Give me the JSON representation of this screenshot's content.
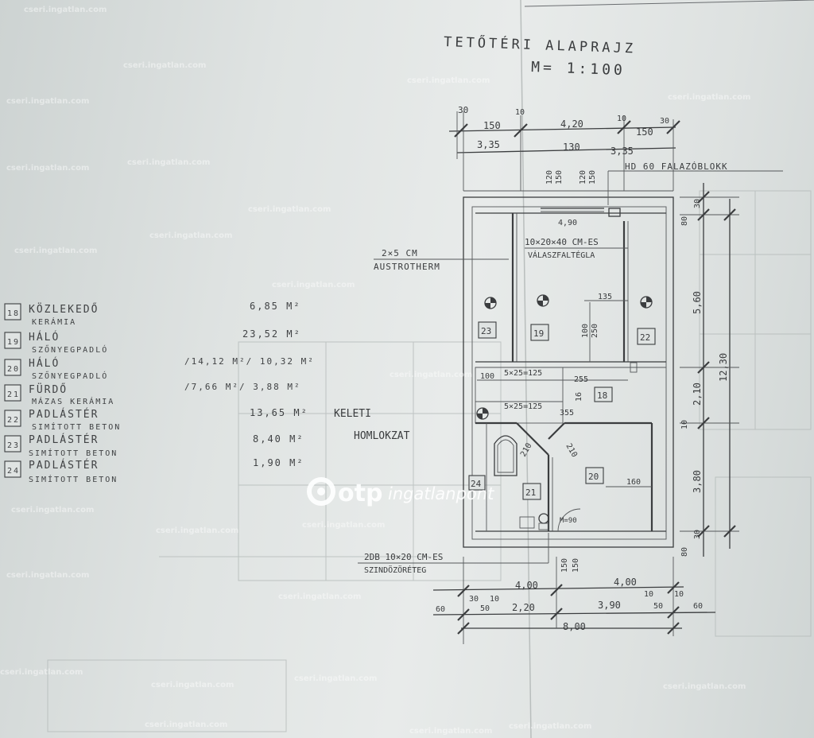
{
  "title": "TETŐTÉRI ALAPRAJZ",
  "scale": "M= 1:100",
  "legend": [
    {
      "num": "18",
      "name": "KÖZLEKEDŐ",
      "material": "KERÁMIA",
      "area": "6,85 M²"
    },
    {
      "num": "19",
      "name": "HÁLÓ",
      "material": "SZŐNYEGPADLÓ",
      "area": "23,52 M²"
    },
    {
      "num": "20",
      "name": "HÁLÓ",
      "material": "SZŐNYEGPADLÓ",
      "area": "/14,12 M²/ 10,32 M²"
    },
    {
      "num": "21",
      "name": "FÜRDŐ",
      "material": "MÁZAS KERÁMIA",
      "area": "/7,66 M²/ 3,88 M²"
    },
    {
      "num": "22",
      "name": "PADLÁSTÉR",
      "material": "SIMÍTOTT BETON",
      "area": "13,65 M²"
    },
    {
      "num": "23",
      "name": "PADLÁSTÉR",
      "material": "SIMÍTOTT BETON",
      "area": "8,40 M²"
    },
    {
      "num": "24",
      "name": "PADLÁSTÉR",
      "material": "SIMÍTOTT BETON",
      "area": "1,90 M²"
    }
  ],
  "annotations": {
    "chimney": "HD 60 FALAZÓBLOKK",
    "insulation_1": "2×5 CM",
    "insulation_2": "AUSTROTHERM",
    "wall_top_1": "10×20×40 CM-ES",
    "wall_top_2": "VÁLASZFALTÉGLA",
    "wall_bottom_1": "2DB 10×20 CM-ES",
    "wall_bottom_2": "SZINDÖZÖRÉTEG",
    "stairs_1": "5×25=125",
    "stairs_2": "5×25=125",
    "faded_text_1": "KELETI",
    "faded_text_2": "HOMLOKZAT"
  },
  "dimensions": {
    "top": [
      "30",
      "150",
      "10",
      "4,20",
      "10",
      "150",
      "30",
      "3,35",
      "130",
      "3,35"
    ],
    "top_vertical": [
      "120",
      "150",
      "120",
      "150",
      "4,90"
    ],
    "right": [
      "30",
      "80",
      "5,60",
      "12,30",
      "2,10",
      "10",
      "3,80",
      "30",
      "80"
    ],
    "inner": [
      "135",
      "100",
      "250",
      "100",
      "255",
      "16",
      "355",
      "210",
      "210",
      "160",
      "M=90"
    ],
    "bottom": [
      "150",
      "150",
      "4,00",
      "4,00",
      "60",
      "30",
      "50",
      "10",
      "2,20",
      "3,90",
      "10",
      "50",
      "10",
      "60",
      "8,00"
    ]
  },
  "room_tags": [
    "23",
    "19",
    "22",
    "18",
    "24",
    "21",
    "20"
  ],
  "watermark": "cseri.ingatlan.com",
  "logo": {
    "brand": "otp",
    "suffix": "ingatlanpont"
  }
}
